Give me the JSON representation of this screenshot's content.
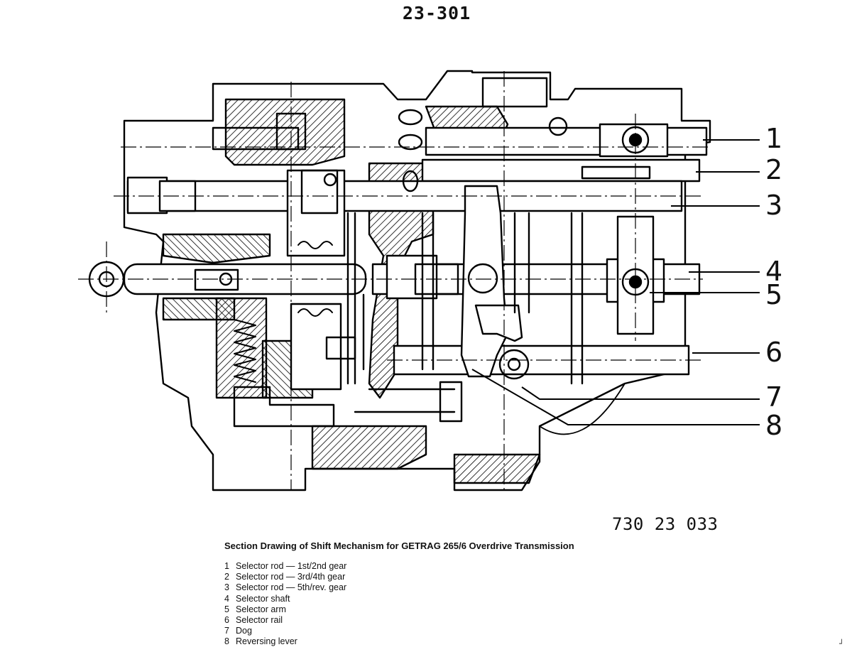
{
  "page_number": "23-301",
  "figure_code": "730 23 033",
  "caption": "Section Drawing of Shift Mechanism for GETRAG 265/6 Overdrive Transmission",
  "callouts": [
    "1",
    "2",
    "3",
    "4",
    "5",
    "6",
    "7",
    "8"
  ],
  "legend": [
    {
      "num": "1",
      "text": "Selector rod — 1st/2nd gear"
    },
    {
      "num": "2",
      "text": "Selector rod — 3rd/4th gear"
    },
    {
      "num": "3",
      "text": "Selector rod — 5th/rev. gear"
    },
    {
      "num": "4",
      "text": "Selector shaft"
    },
    {
      "num": "5",
      "text": "Selector arm"
    },
    {
      "num": "6",
      "text": "Selector rail"
    },
    {
      "num": "7",
      "text": "Dog"
    },
    {
      "num": "8",
      "text": "Reversing lever"
    }
  ]
}
